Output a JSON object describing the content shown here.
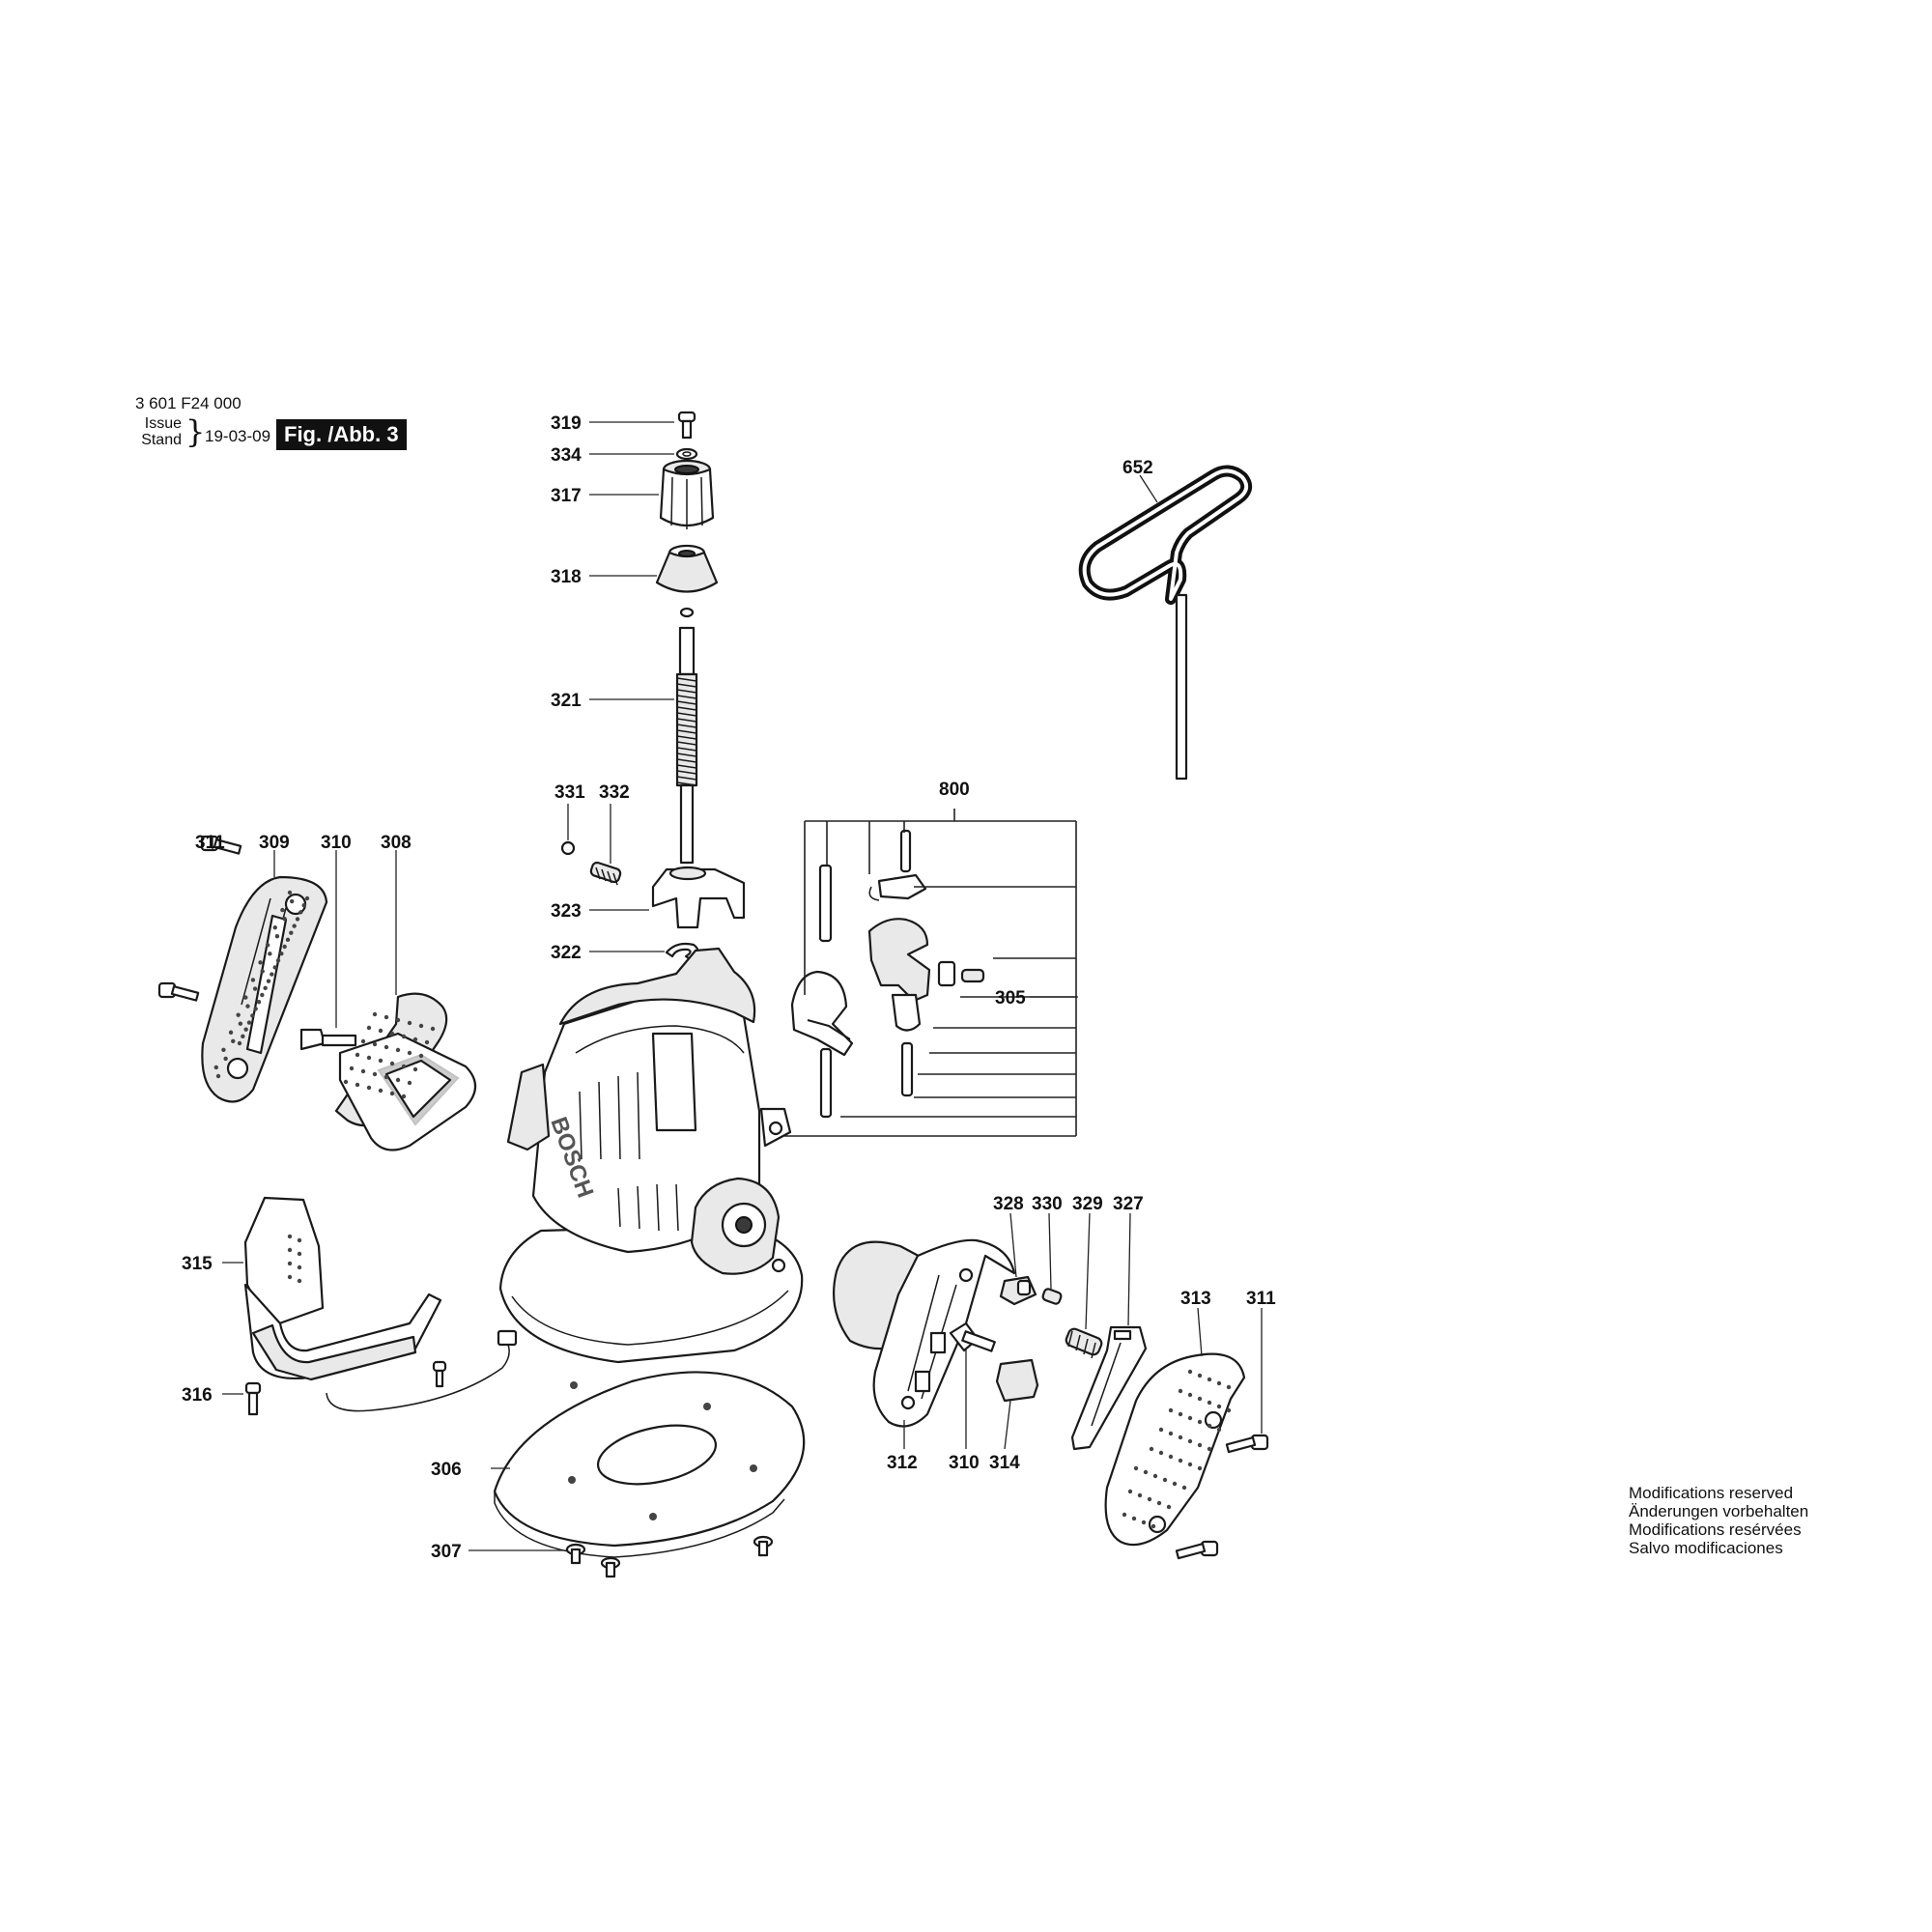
{
  "header": {
    "part_number": "3 601 F24 000",
    "issue_label": "Issue",
    "stand_label": "Stand",
    "date": "19-03-09",
    "figure_label": "Fig. /Abb. 3"
  },
  "footer": {
    "notes": [
      "Modifications reserved",
      "Änderungen vorbehalten",
      "Modifications resérvées",
      "Salvo modificaciones"
    ]
  },
  "diagram": {
    "brand_text": "BOSCH",
    "callouts": {
      "c319": "319",
      "c334": "334",
      "c317": "317",
      "c318": "318",
      "c321": "321",
      "c331": "331",
      "c332": "332",
      "c323": "323",
      "c322": "322",
      "c311a": "311",
      "c309": "309",
      "c310a": "310",
      "c308": "308",
      "c652": "652",
      "c800": "800",
      "c305": "305",
      "c315": "315",
      "c316": "316",
      "c306": "306",
      "c307": "307",
      "c328": "328",
      "c330": "330",
      "c329": "329",
      "c327": "327",
      "c313": "313",
      "c311b": "311",
      "c312": "312",
      "c310b": "310",
      "c314": "314"
    }
  }
}
